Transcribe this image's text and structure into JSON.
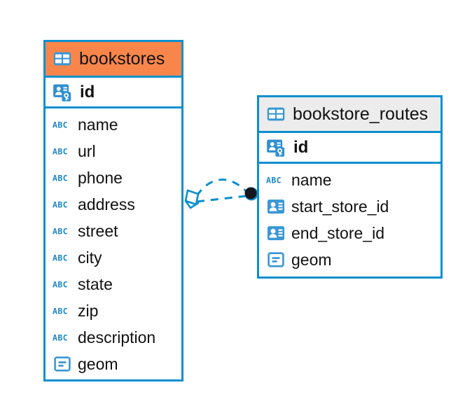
{
  "diagram": {
    "type": "entity-relationship-diagram",
    "background_color": "#ffffff",
    "accent_color": "#0b8fce",
    "highlight_color": "#f8864b",
    "neutral_header_color": "#ececec"
  },
  "entities": [
    {
      "name": "bookstores",
      "header_style": "accent",
      "table_icon": "table-icon",
      "primary_key": {
        "label": "id",
        "icon": "primary-key-icon"
      },
      "fields": [
        {
          "label": "name",
          "icon": "text-type-icon"
        },
        {
          "label": "url",
          "icon": "text-type-icon"
        },
        {
          "label": "phone",
          "icon": "text-type-icon"
        },
        {
          "label": "address",
          "icon": "text-type-icon"
        },
        {
          "label": "street",
          "icon": "text-type-icon"
        },
        {
          "label": "city",
          "icon": "text-type-icon"
        },
        {
          "label": "state",
          "icon": "text-type-icon"
        },
        {
          "label": "zip",
          "icon": "text-type-icon"
        },
        {
          "label": "description",
          "icon": "text-type-icon"
        },
        {
          "label": "geom",
          "icon": "geometry-type-icon"
        }
      ]
    },
    {
      "name": "bookstore_routes",
      "header_style": "neutral",
      "table_icon": "table-icon",
      "primary_key": {
        "label": "id",
        "icon": "primary-key-icon"
      },
      "fields": [
        {
          "label": "name",
          "icon": "text-type-icon"
        },
        {
          "label": "start_store_id",
          "icon": "foreign-key-icon"
        },
        {
          "label": "end_store_id",
          "icon": "foreign-key-icon"
        },
        {
          "label": "geom",
          "icon": "geometry-type-icon"
        }
      ]
    }
  ],
  "relationship": {
    "from_entity": "bookstores",
    "to_entity": "bookstore_routes",
    "line_style": "dashed",
    "line_color": "#0b8fce",
    "source_marker": "cube-marker",
    "target_marker": "filled-circle-marker",
    "target_marker_color": "#15151d"
  }
}
